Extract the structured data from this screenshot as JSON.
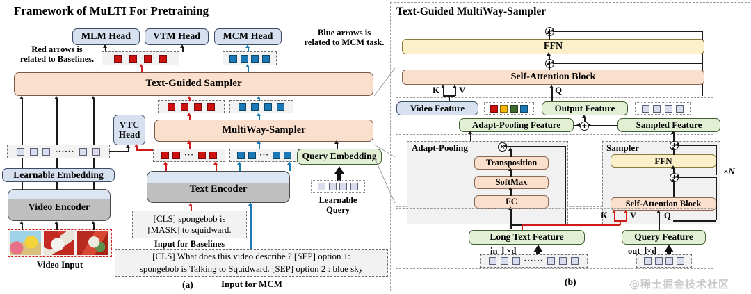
{
  "figure": {
    "left_title": "Framework of MuLTI For Pretraining",
    "right_title": "Text-Guided MultiWay-Sampler",
    "caption_a": "(a)",
    "caption_b": "(b)",
    "watermark": "@稀土掘金技术社区"
  },
  "legend": {
    "red_note_line1": "Red arrows is",
    "red_note_line2": "related to Baselines.",
    "blue_note_line1": "Blue arrows is",
    "blue_note_line2": "related to MCM task."
  },
  "left": {
    "heads": [
      {
        "label": "MLM Head"
      },
      {
        "label": "VTM Head"
      },
      {
        "label": "MCM Head"
      }
    ],
    "vtc_head_line1": "VTC",
    "vtc_head_line2": "Head",
    "text_guided_sampler": "Text-Guided Sampler",
    "multiway_sampler": "MultiWay-Sampler",
    "query_embedding": "Query Embedding",
    "learnable_embedding": "Learnable Embedding",
    "video_encoder": "Video Encoder",
    "text_encoder": "Text Encoder",
    "learnable_query_line1": "Learnable",
    "learnable_query_line2": "Query",
    "video_input": "Video Input",
    "baseline_input_line1": "[CLS] spongebob is",
    "baseline_input_line2": "[MASK] to squidward.",
    "baseline_input_caption": "Input for Baselines",
    "mcm_input_line1": "[CLS] What does this video describe ? [SEP] option 1:",
    "mcm_input_line2": "spongebob is Talking to Squidward. [SEP] option 2 : blue sky",
    "mcm_input_caption": "Input for MCM",
    "token_dots": "······",
    "token_dots_short": "···"
  },
  "right": {
    "ffn": "FFN",
    "self_attention_block": "Self-Attention Block",
    "video_feature": "Video Feature",
    "output_feature": "Output Feature",
    "adapt_pooling_feature": "Adapt-Pooling Feature",
    "sampled_feature": "Sampled Feature",
    "adapt_pooling": "Adapt-Pooling",
    "sampler": "Sampler",
    "transposition": "Transposition",
    "softmax": "SoftMax",
    "fc": "FC",
    "long_text_feature": "Long Text Feature",
    "query_feature": "Query Feature",
    "in_dim": "in_l ×d",
    "out_dim": "out_l×d",
    "repeat": "×N",
    "k_label": "K",
    "v_label": "V",
    "q_label": "Q",
    "plus_symbol": "+",
    "times_symbol": "×",
    "token_dots": "······"
  },
  "colors": {
    "red_arrow": "#d01a1a",
    "blue_arrow": "#1b7ab5",
    "black_arrow": "#1a1a1a",
    "peach_block": "#fbdfcd",
    "blue_block": "#d6e0ef",
    "green_block": "#e2efd4",
    "yellow_block": "#fbf0c9",
    "chip_red": "#cc1111",
    "chip_blue": "#1b7ab5",
    "chip_yellow": "#f2b705",
    "chip_green": "#3f6b2f",
    "chip_grey": "#d9dced"
  }
}
